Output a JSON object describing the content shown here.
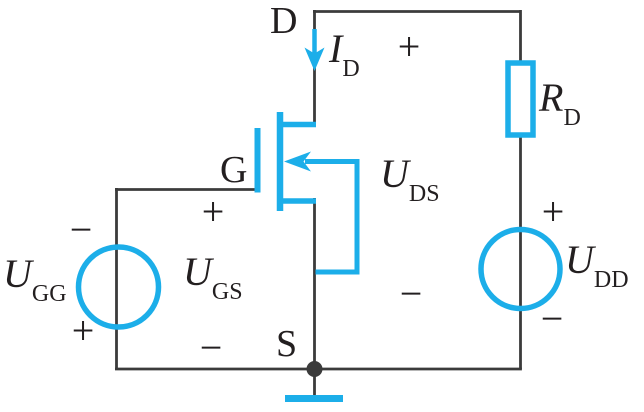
{
  "colors": {
    "accent_cyan": "#1CAEE9",
    "wire_dark": "#3B3B3B",
    "text_ink": "#231F20",
    "background": "#FFFFFF"
  },
  "terminals": {
    "drain": "D",
    "gate": "G",
    "source": "S"
  },
  "labels": {
    "drain_current": {
      "main": "I",
      "sub": "D"
    },
    "drain_resistor": {
      "main": "R",
      "sub": "D"
    },
    "drain_source_voltage": {
      "main": "U",
      "sub": "DS"
    },
    "gate_source_voltage": {
      "main": "U",
      "sub": "GS"
    },
    "gate_supply": {
      "main": "U",
      "sub": "GG"
    },
    "drain_supply": {
      "main": "U",
      "sub": "DD"
    }
  },
  "polarity": {
    "gate_supply": {
      "top": "−",
      "bottom": "+"
    },
    "gate_source_voltage": {
      "top": "+",
      "bottom": "−"
    },
    "drain_source_voltage": {
      "top": "+",
      "bottom": "−"
    },
    "drain_supply": {
      "top": "+",
      "bottom": "−"
    }
  }
}
